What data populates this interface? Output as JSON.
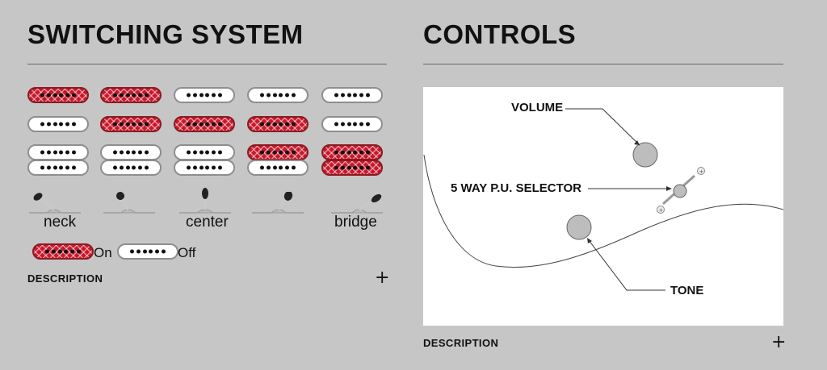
{
  "switching": {
    "title": "SWITCHING SYSTEM",
    "positions": [
      {
        "label": "neck",
        "pickups": {
          "neck": true,
          "middle": false,
          "bridge": [
            false,
            false
          ]
        }
      },
      {
        "label": "",
        "pickups": {
          "neck": true,
          "middle": true,
          "bridge": [
            false,
            false
          ]
        }
      },
      {
        "label": "center",
        "pickups": {
          "neck": false,
          "middle": true,
          "bridge": [
            false,
            false
          ]
        }
      },
      {
        "label": "",
        "pickups": {
          "neck": false,
          "middle": true,
          "bridge": [
            true,
            false
          ]
        }
      },
      {
        "label": "bridge",
        "pickups": {
          "neck": false,
          "middle": false,
          "bridge": [
            true,
            true
          ]
        }
      }
    ],
    "legend": {
      "on_label": "On",
      "off_label": "Off"
    },
    "description_label": "DESCRIPTION"
  },
  "controls": {
    "title": "CONTROLS",
    "volume_label": "VOLUME",
    "selector_label": "5 WAY P.U. SELECTOR",
    "tone_label": "TONE",
    "description_label": "DESCRIPTION"
  },
  "colors": {
    "pickup_on": "#c8182b",
    "pickup_off": "#ffffff",
    "background": "#c6c6c6"
  },
  "icons": {
    "expand": "plus-icon",
    "switch": "lever-switch-icon",
    "knob": "knob-icon"
  }
}
